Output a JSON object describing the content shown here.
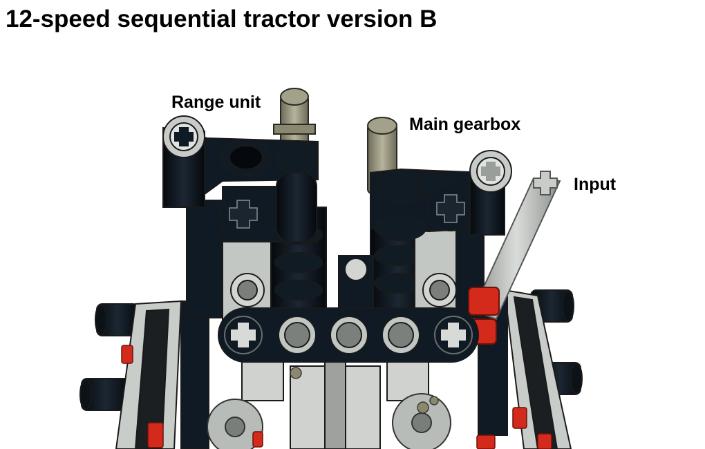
{
  "title": "12-speed sequential tractor version B",
  "labels": {
    "range_unit": "Range unit",
    "main_gearbox": "Main gearbox",
    "input": "Input"
  },
  "colors": {
    "black_part": "#0f1a24",
    "light_gray": "#c8ccc8",
    "dark_tan_axle": "#8a8870",
    "red_connector": "#d42a1c",
    "outline": "#1a1a1a"
  }
}
